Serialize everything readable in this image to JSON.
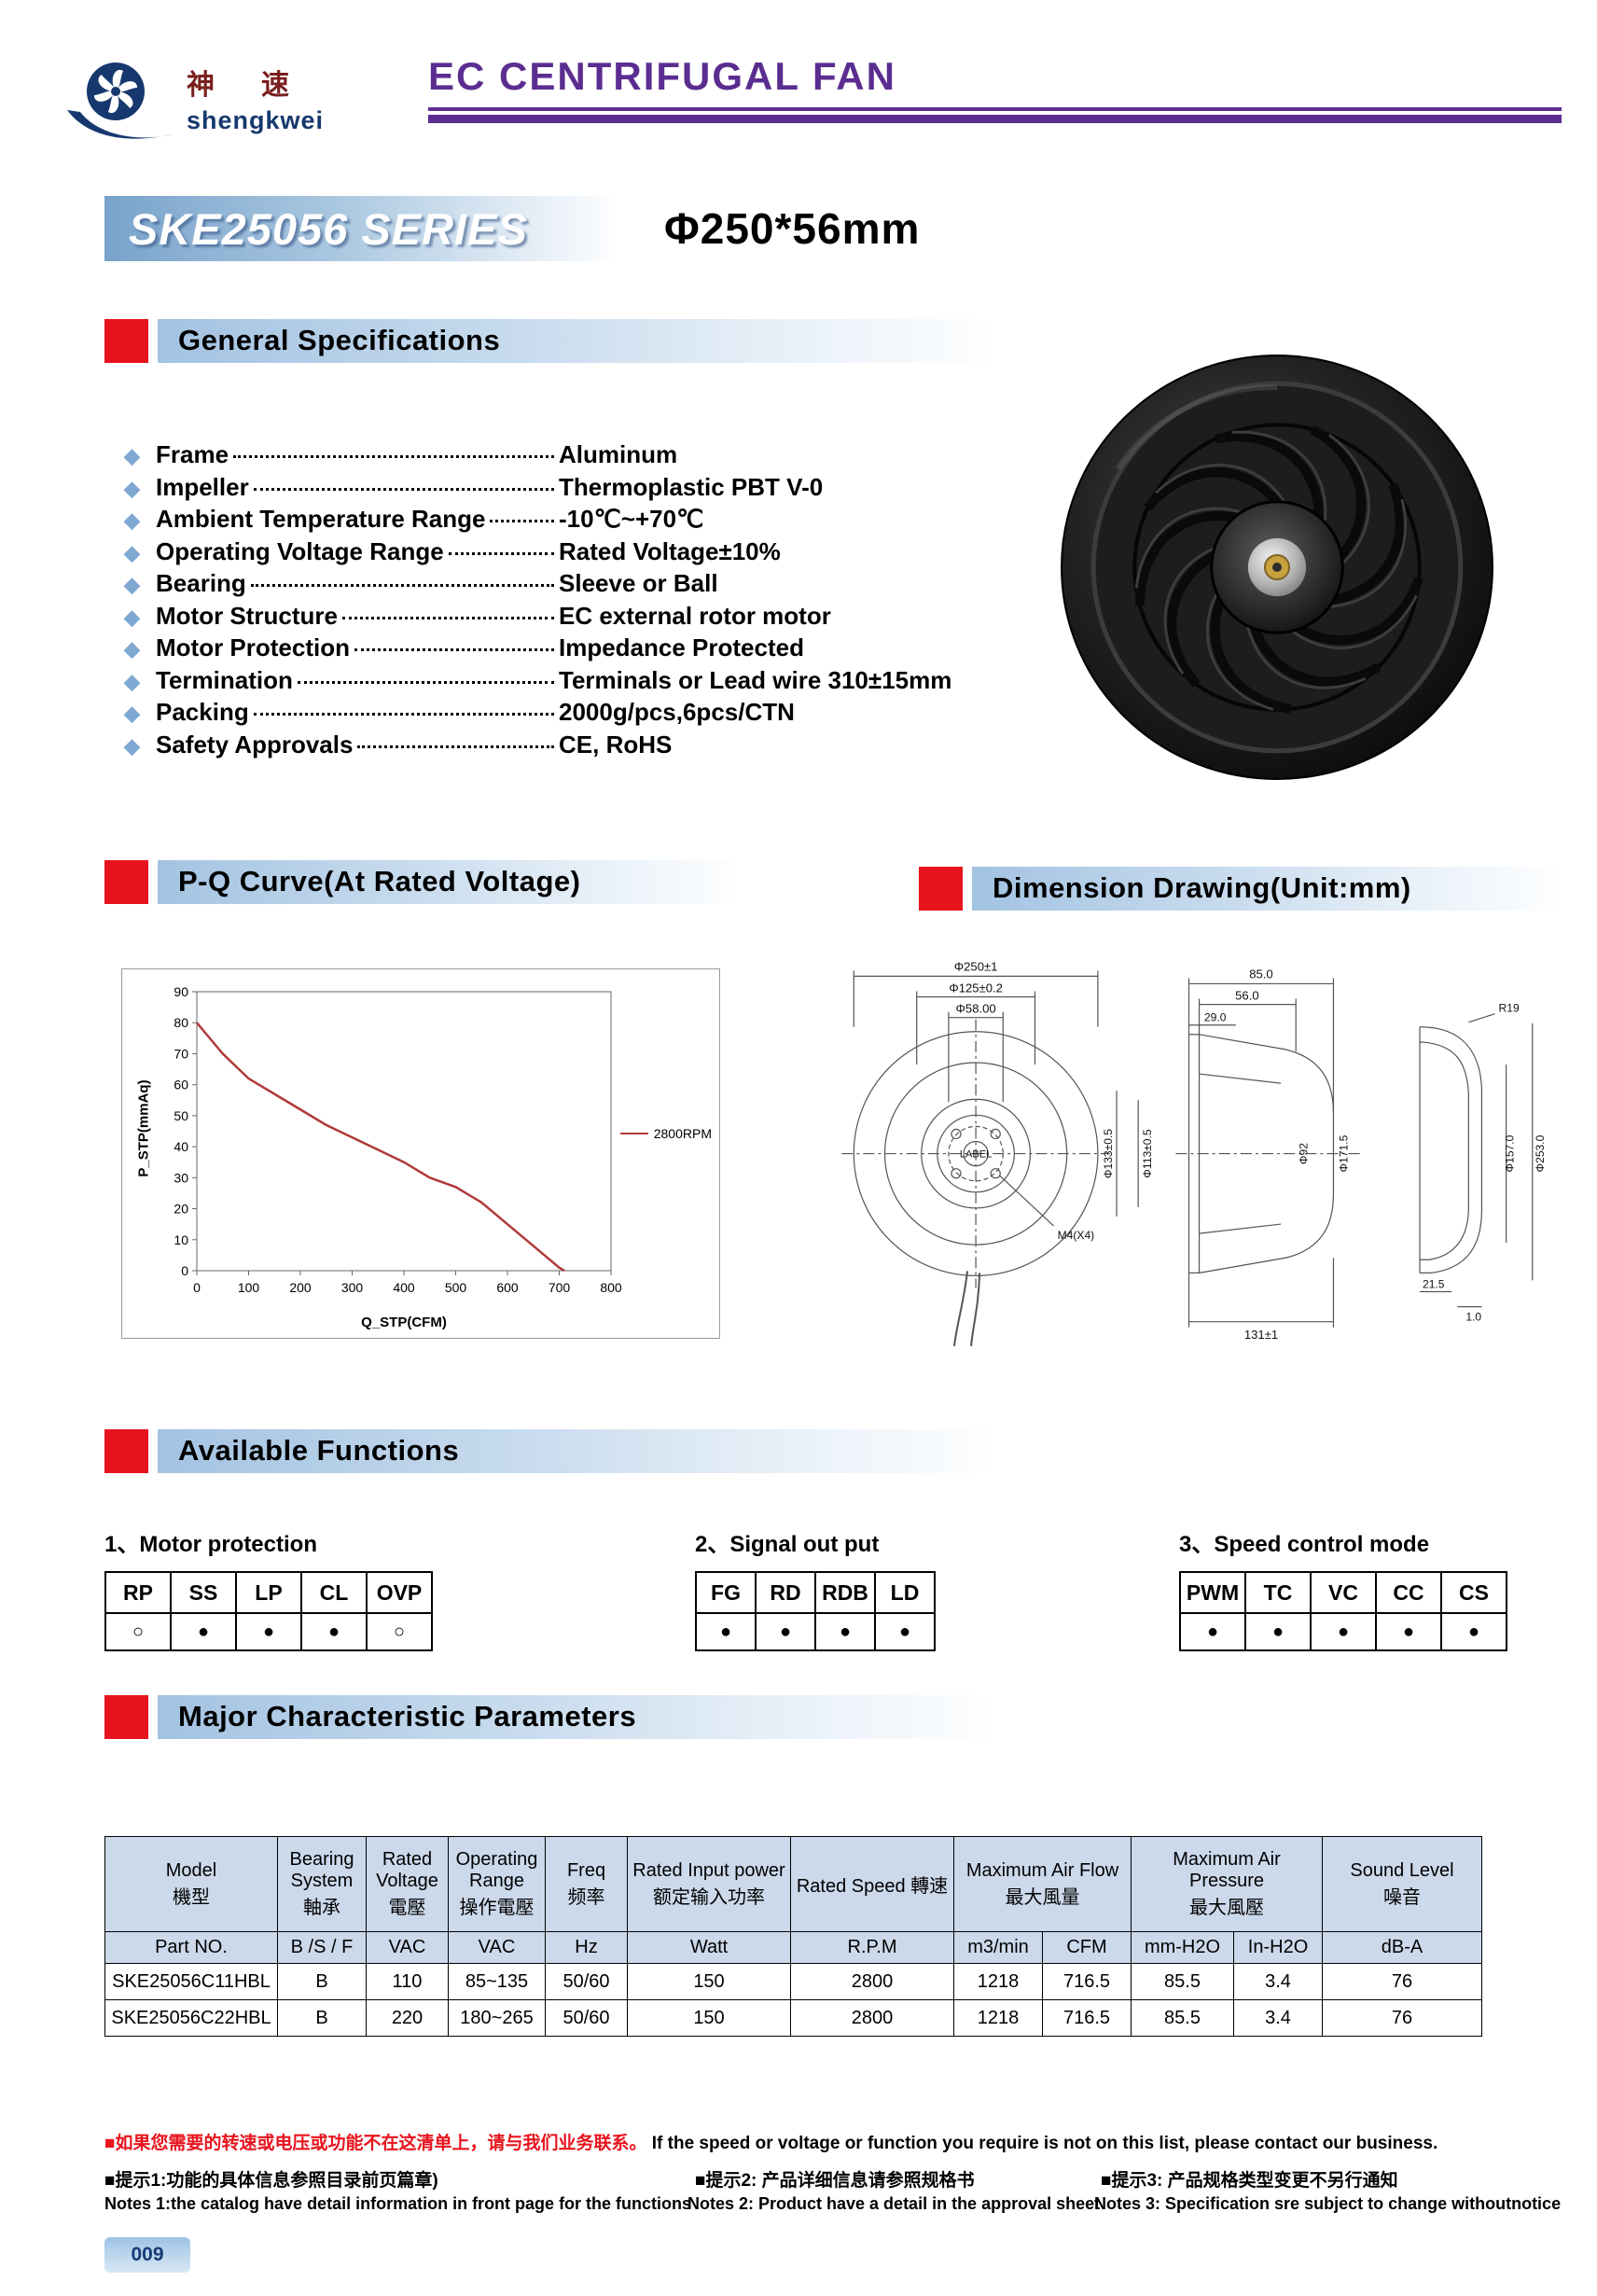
{
  "header": {
    "brand_cn": "神      速",
    "brand_en": "shengkwei",
    "title": "EC CENTRIFUGAL FAN",
    "accent_purple": "#5b2d90",
    "accent_red": "#e8131d"
  },
  "series": {
    "name": "SKE25056 SERIES",
    "size": "Φ250*56mm"
  },
  "sections": {
    "general": "General Specifications",
    "pq": "P-Q Curve(At Rated Voltage)",
    "dimension": "Dimension Drawing(Unit:mm)",
    "functions": "Available Functions",
    "parameters": "Major Characteristic Parameters"
  },
  "specs": [
    {
      "label": "Frame",
      "value": "Aluminum"
    },
    {
      "label": "Impeller",
      "value": "Thermoplastic PBT V-0"
    },
    {
      "label": "Ambient Temperature Range",
      "value": "-10℃~+70℃"
    },
    {
      "label": "Operating Voltage Range",
      "value": "Rated Voltage±10%"
    },
    {
      "label": "Bearing",
      "value": "Sleeve or Ball"
    },
    {
      "label": "Motor Structure",
      "value": "EC external rotor motor"
    },
    {
      "label": "Motor Protection",
      "value": "Impedance Protected"
    },
    {
      "label": "Termination",
      "value": "Terminals or Lead wire 310±15mm"
    },
    {
      "label": "Packing",
      "value": "2000g/pcs,6pcs/CTN"
    },
    {
      "label": "Safety Approvals",
      "value": "CE, RoHS"
    }
  ],
  "chart_data": {
    "type": "line",
    "title": "",
    "xlabel": "Q_STP(CFM)",
    "ylabel": "P_STP(mmAq)",
    "xlim": [
      0,
      800
    ],
    "ylim": [
      0,
      90
    ],
    "xticks": [
      0,
      100,
      200,
      300,
      400,
      500,
      600,
      700,
      800
    ],
    "yticks": [
      0,
      10,
      20,
      30,
      40,
      50,
      60,
      70,
      80,
      90
    ],
    "legend": "2800RPM",
    "line_color": "#b03a3a",
    "grid": false,
    "legend_position": "right",
    "series": [
      {
        "name": "2800RPM",
        "x": [
          0,
          20,
          50,
          100,
          150,
          200,
          250,
          300,
          350,
          400,
          450,
          500,
          550,
          600,
          650,
          700,
          710
        ],
        "y": [
          80,
          76,
          70,
          62,
          57,
          52,
          47,
          43,
          39,
          35,
          30,
          27,
          22,
          15,
          8,
          1,
          0
        ]
      }
    ]
  },
  "dims": {
    "labels": [
      "Φ250±1",
      "Φ125±0.2",
      "Φ58.00",
      "Φ133±0.5",
      "Φ113±0.5",
      "M4(X4)",
      "LABEL",
      "85.0",
      "56.0",
      "29.0",
      "Φ92",
      "Φ171.5",
      "131±1",
      "R19",
      "Φ157.0",
      "Φ253.0",
      "21.5",
      "1.0"
    ]
  },
  "functions": {
    "t1": {
      "title": "1、Motor protection",
      "cols": [
        "RP",
        "SS",
        "LP",
        "CL",
        "OVP"
      ],
      "marks": [
        "○",
        "●",
        "●",
        "●",
        "○"
      ]
    },
    "t2": {
      "title": "2、Signal out put",
      "cols": [
        "FG",
        "RD",
        "RDB",
        "LD"
      ],
      "marks": [
        "●",
        "●",
        "●",
        "●"
      ]
    },
    "t3": {
      "title": "3、Speed control mode",
      "cols": [
        "PWM",
        "TC",
        "VC",
        "CC",
        "CS"
      ],
      "marks": [
        "●",
        "●",
        "●",
        "●",
        "●"
      ]
    }
  },
  "parameters": {
    "group_headers": [
      {
        "en": "Model",
        "cn": "機型"
      },
      {
        "en": "Bearing System",
        "cn": "軸承"
      },
      {
        "en": "Rated Voltage",
        "cn": "電壓"
      },
      {
        "en": "Operating Range",
        "cn": "操作電壓"
      },
      {
        "en": "Freq",
        "cn": "频率"
      },
      {
        "en": "Rated Input power",
        "cn": "额定输入功率"
      },
      {
        "en": "Rated Speed 轉速",
        "cn": ""
      },
      {
        "en": "Maximum Air Flow",
        "cn": "最大風量"
      },
      {
        "en": "Maximum Air  Pressure",
        "cn": "最大風壓"
      },
      {
        "en": "Sound Level",
        "cn": "噪音"
      }
    ],
    "unit_row": [
      "Part NO.",
      "B /S / F",
      "VAC",
      "VAC",
      "Hz",
      "Watt",
      "R.P.M",
      "m3/min",
      "CFM",
      "mm-H2O",
      "In-H2O",
      "dB-A"
    ],
    "rows": [
      [
        "SKE25056C11HBL",
        "B",
        "110",
        "85~135",
        "50/60",
        "150",
        "2800",
        "1218",
        "716.5",
        "85.5",
        "3.4",
        "76"
      ],
      [
        "SKE25056C22HBL",
        "B",
        "220",
        "180~265",
        "50/60",
        "150",
        "2800",
        "1218",
        "716.5",
        "85.5",
        "3.4",
        "76"
      ]
    ]
  },
  "footer": {
    "note_cn_red": "■如果您需要的转速或电压或功能不在这清单上，请与我们业务联系。",
    "note_en": "If the speed or voltage or function you require is not on this list, please contact our business.",
    "tips": [
      "■提示1:功能的具体信息参照目录前页篇章)",
      "■提示2: 产品详细信息请参照规格书",
      "■提示3: 产品规格类型变更不另行通知"
    ],
    "notes": [
      "Notes 1:the catalog have detail information in front page for the functions",
      "Notes 2: Product have a  detail in the approval sheet",
      "Notes 3: Specification sre subject to change withoutnotice"
    ],
    "page": "009"
  }
}
